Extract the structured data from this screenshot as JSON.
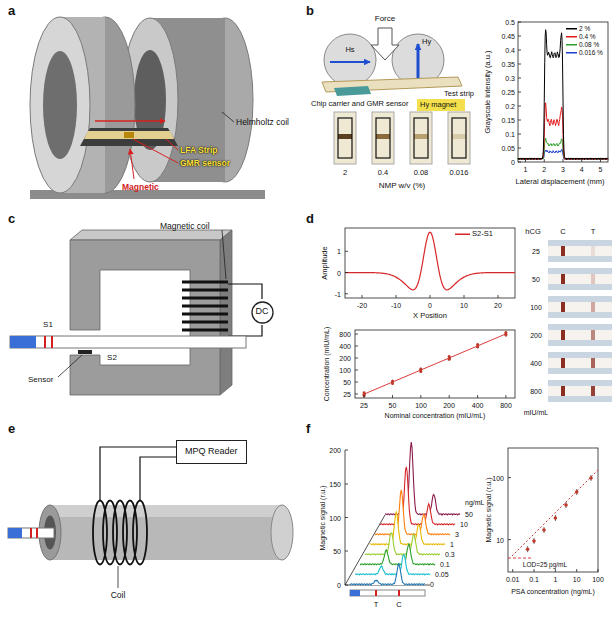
{
  "diagram": {
    "nodes": [
      {
        "text": [
          "DC"
        ]
      },
      {
        "text": [
          "MPQ Reader"
        ]
      }
    ],
    "labels": [
      "a",
      "Helmholtz coil",
      "LFA Strip",
      "GMR sensor",
      "Magnetic",
      "b",
      "Force",
      "Hs",
      "Hy",
      "Test strip",
      "Chip carrier and GMR sensor",
      "Hy magnet",
      "2",
      "0.4",
      "0.08",
      "0.016",
      "NMP w/v (%)",
      "0",
      "0.05",
      "0.1",
      "0.15",
      "0.2",
      "0.25",
      "0.3",
      "0.35",
      "0.4",
      "0.45",
      "0.5",
      "Grayscale intensity (a.u.)",
      "1",
      "2",
      "3",
      "4",
      "5",
      "Lateral displacement (mm)",
      "c",
      "Magnetic coil",
      "S1",
      "S2",
      "Sensor",
      "d",
      "1",
      "0",
      "-1",
      "Amplitude",
      "-20",
      "-10",
      "0",
      "10",
      "20",
      "X Position",
      "800",
      "400",
      "200",
      "100",
      "50",
      "25",
      "Concentration (mIU/mL)",
      "25",
      "50",
      "100",
      "200",
      "400",
      "800",
      "Nominal concentration (mIU/mL)",
      "hCG",
      "C",
      "T",
      "25",
      "50",
      "100",
      "200",
      "400",
      "800",
      "mIU/mL",
      "e",
      "Coil",
      "f",
      "0",
      "50",
      "100",
      "150",
      "200",
      "Magnetic signal (r.u.)",
      "ng/mL",
      "50",
      "10",
      "3",
      "1",
      "0.3",
      "0.1",
      "0.05",
      "0",
      "T",
      "C",
      "10",
      "100",
      "Magnetic signal (r.u.)",
      "0.01",
      "0.1",
      "1",
      "10",
      "100",
      "PSA concentration (ng/mL)",
      "LOD=25 pg/mL"
    ],
    "legend": [
      {
        "text": "2 %"
      },
      {
        "text": "0.4 %"
      },
      {
        "text": "0.08 %"
      },
      {
        "text": "0.016 %"
      },
      {
        "text": "S2-S1"
      }
    ]
  }
}
